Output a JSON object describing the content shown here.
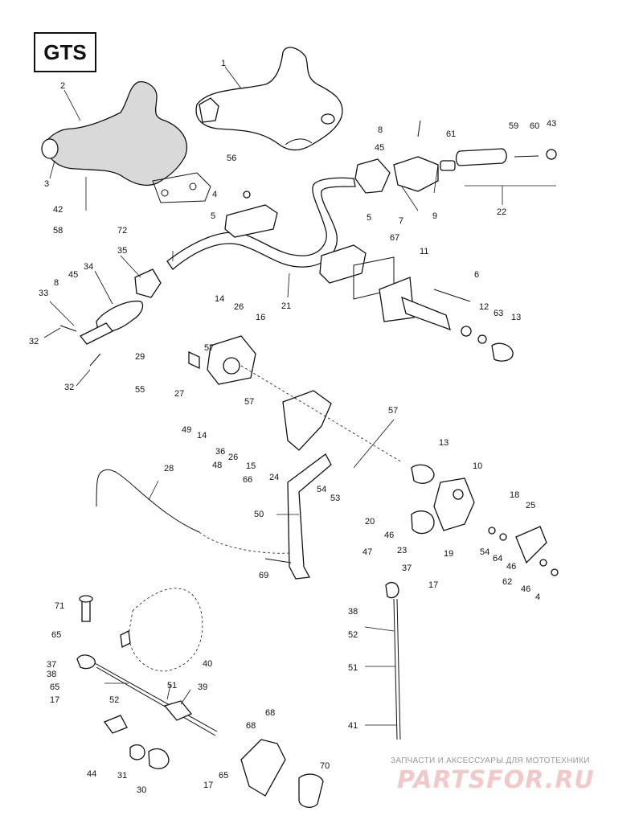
{
  "model": "GTS",
  "watermark": {
    "caption": "ЗАПЧАСТИ И АКСЕССУАРЫ ДЛЯ МОТОТЕХНИКИ",
    "logo": "PARTSFOR.RU"
  },
  "callouts": {
    "c1": "1",
    "c2": "2",
    "c3": "3",
    "c4a": "4",
    "c4b": "4",
    "c5a": "5",
    "c5b": "5",
    "c6": "6",
    "c7": "7",
    "c8a": "8",
    "c8b": "8",
    "c9": "9",
    "c10": "10",
    "c11": "11",
    "c12": "12",
    "c13a": "13",
    "c13b": "13",
    "c14a": "14",
    "c14b": "14",
    "c15": "15",
    "c16": "16",
    "c17a": "17",
    "c17b": "17",
    "c17c": "17",
    "c18": "18",
    "c19": "19",
    "c20": "20",
    "c21": "21",
    "c22": "22",
    "c23": "23",
    "c24": "24",
    "c25": "25",
    "c26a": "26",
    "c26b": "26",
    "c27": "27",
    "c28": "28",
    "c29": "29",
    "c30": "30",
    "c31": "31",
    "c32a": "32",
    "c32b": "32",
    "c33": "33",
    "c34": "34",
    "c35": "35",
    "c36": "36",
    "c37a": "37",
    "c37b": "37",
    "c38a": "38",
    "c38b": "38",
    "c39": "39",
    "c40": "40",
    "c41": "41",
    "c42": "42",
    "c43": "43",
    "c44": "44",
    "c45a": "45",
    "c45b": "45",
    "c46a": "46",
    "c46b": "46",
    "c46c": "46",
    "c47": "47",
    "c48": "48",
    "c49": "49",
    "c50": "50",
    "c51a": "51",
    "c51b": "51",
    "c52a": "52",
    "c52b": "52",
    "c53": "53",
    "c54a": "54",
    "c54b": "54",
    "c55": "55",
    "c56": "56",
    "c57a": "57",
    "c57b": "57",
    "c57c": "57",
    "c58": "58",
    "c59": "59",
    "c60": "60",
    "c61": "61",
    "c62": "62",
    "c63": "63",
    "c64": "64",
    "c65a": "65",
    "c65b": "65",
    "c65c": "65",
    "c66": "66",
    "c67": "67",
    "c68a": "68",
    "c68b": "68",
    "c69": "69",
    "c70": "70",
    "c71": "71",
    "c72": "72"
  }
}
